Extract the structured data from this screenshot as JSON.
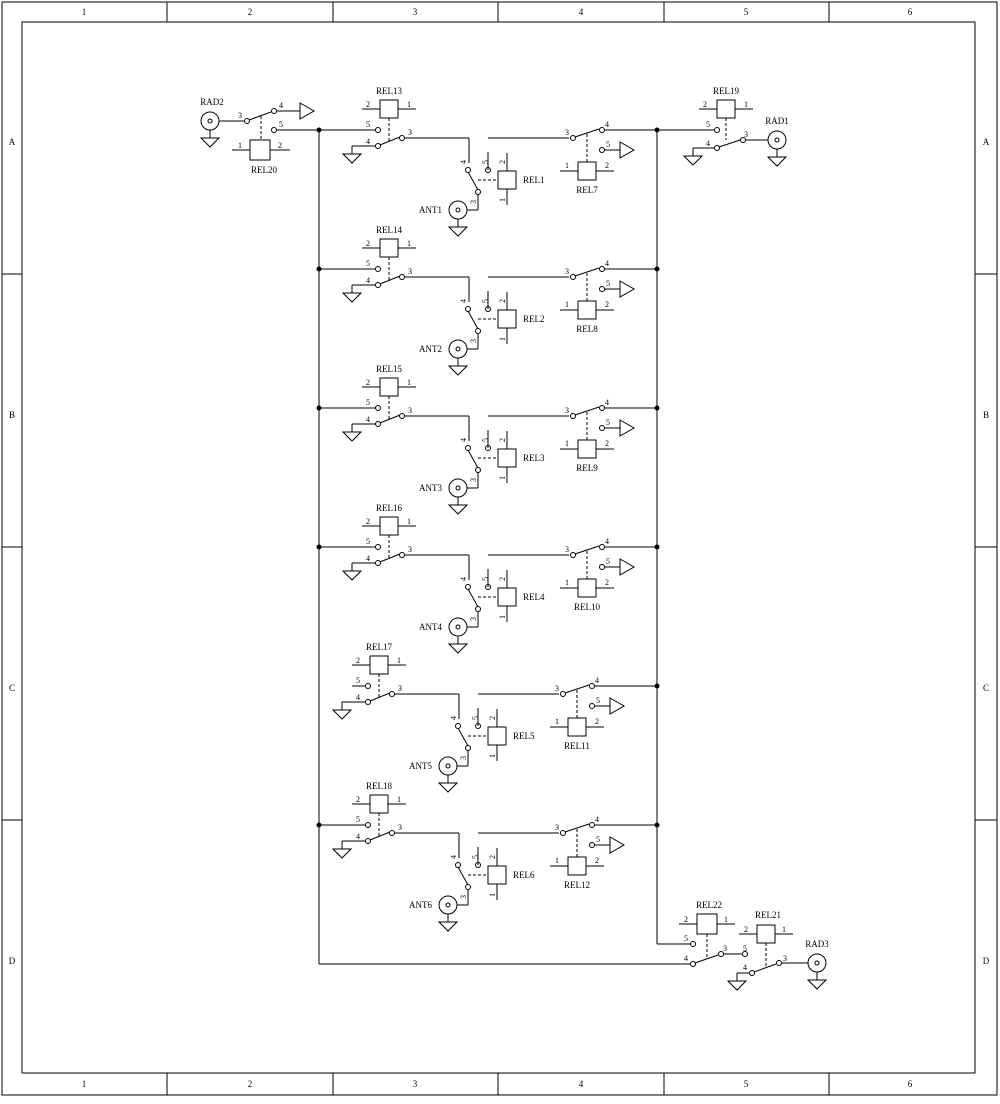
{
  "border": {
    "columns": [
      "1",
      "2",
      "3",
      "4",
      "5",
      "6"
    ],
    "rows": [
      "A",
      "B",
      "C",
      "D"
    ]
  },
  "radios": [
    "RAD1",
    "RAD2",
    "RAD3"
  ],
  "antennas": [
    "ANT1",
    "ANT2",
    "ANT3",
    "ANT4",
    "ANT5",
    "ANT6"
  ],
  "antenna_relays": [
    "REL1",
    "REL2",
    "REL3",
    "REL4",
    "REL5",
    "REL6"
  ],
  "right_relays": [
    "REL7",
    "REL8",
    "REL9",
    "REL10",
    "REL11",
    "REL12"
  ],
  "left_relays": [
    "REL13",
    "REL14",
    "REL15",
    "REL16",
    "REL17",
    "REL18"
  ],
  "radio_relays": {
    "rad1": "REL19",
    "rad2": "REL20",
    "rad3_right": "REL21",
    "rad3_left": "REL22"
  },
  "pins": [
    "1",
    "2",
    "3",
    "4",
    "5"
  ]
}
